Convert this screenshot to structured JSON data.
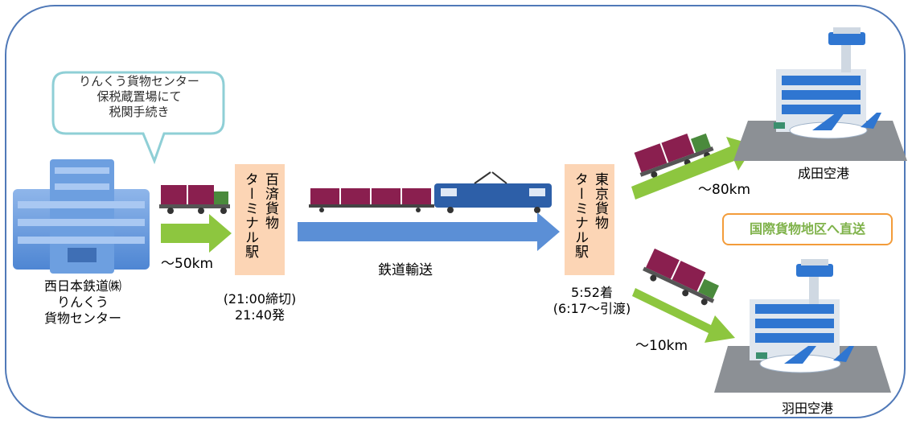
{
  "bubble": {
    "line1": "りんくう貨物センター",
    "line2": "保税蔵置場にて",
    "line3": "税関手続き"
  },
  "origin": {
    "line1": "西日本鉄道㈱",
    "line2": "りんくう",
    "line3": "貨物センター"
  },
  "dist_origin": "〜50km",
  "station1": {
    "col1": "百済貨物",
    "col2": "ターミナル駅"
  },
  "station1_times": {
    "cutoff": "(21:00締切)",
    "depart": "21:40発"
  },
  "rail_label": "鉄道輸送",
  "station2": {
    "col1": "東京貨物",
    "col2": "ターミナル駅"
  },
  "station2_times": {
    "arrive": "5:52着",
    "handover": "(6:17〜引渡)"
  },
  "dist_narita": "〜80km",
  "narita": "成田空港",
  "badge": "国際貨物地区へ直送",
  "dist_haneda": "〜10km",
  "haneda": "羽田空港",
  "colors": {
    "frame": "#5079b8",
    "green_arrow": "#8dc63f",
    "blue_arrow": "#5b8fd6",
    "station_fill": "#fcd5b5",
    "container": "#8a1f4f",
    "badge_border": "#f39c3a"
  }
}
